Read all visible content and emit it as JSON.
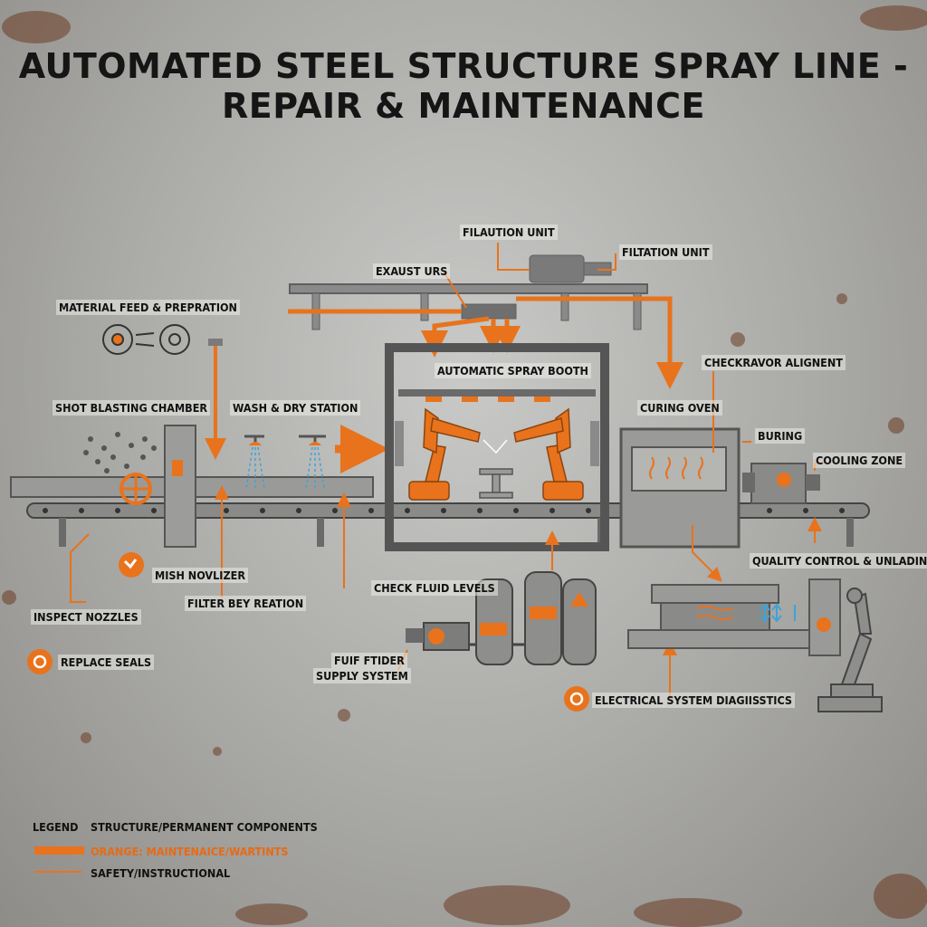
{
  "title": {
    "line1": "AUTOMATED STEEL STRUCTURE SPRAY LINE -",
    "line2": "REPAIR & MAINTENANCE"
  },
  "labels": {
    "filaution_unit": "FILAUTION UNIT",
    "filtration_unit": "FILTATION UNIT",
    "exaust_urs": "EXAUST URS",
    "material_feed": "MATERIAL FEED & PREPRATION",
    "automatic_spray_booth": "AUTOMATIC SPRAY BOOTH",
    "checkravor_alignent": "CHECKRAVOR ALIGNENT",
    "shot_blasting": "SHOT BLASTING CHAMBER",
    "wash_dry": "WASH & DRY STATION",
    "curing_oven": "CURING OVEN",
    "buring": "BURING",
    "cooling_zone": "COOLING ZONE",
    "quality_control": "QUALITY CONTROL & UNLADING",
    "mish_novlizer": "MISH NOVLIZER",
    "filter_bey_reation": "FILTER BEY REATION",
    "check_fluid_levels": "CHECK FLUID LEVELS",
    "inspect_nozzles": "INSPECT NOZZLES",
    "replace_seals": "REPLACE SEALS",
    "fluid_supply_line1": "FUIF FTIDER",
    "fluid_supply_line2": "SUPPLY SYSTEM",
    "electrical_diagnostics": "ELECTRICAL SYSTEM DIAGIISSTICS"
  },
  "legend": {
    "header": "LEGEND",
    "structure": "STRUCTURE/PERMANENT COMPONENTS",
    "orange": "ORANGE: MAINTENAICE/WARTINTS",
    "safety": "SAFETY/INSTRUCTIONAL"
  },
  "colors": {
    "structure": "#5f5f5f",
    "accent": "#e8731c",
    "text": "#111111",
    "water": "#3ea3d8"
  },
  "icons": {
    "maintenance_badge": "wrench-gear-icon",
    "warning": "warning-triangle-icon",
    "gear": "gear-icon"
  }
}
